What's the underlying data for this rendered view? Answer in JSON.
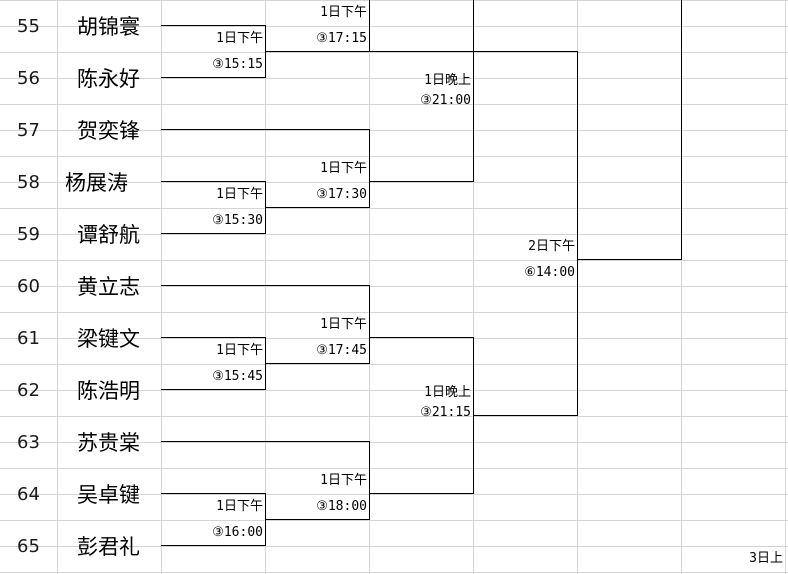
{
  "rows": [
    {
      "num": "55",
      "name": "胡锦寰"
    },
    {
      "num": "56",
      "name": "陈永好"
    },
    {
      "num": "57",
      "name": "贺奕锋"
    },
    {
      "num": "58",
      "name": "杨展涛"
    },
    {
      "num": "59",
      "name": "谭舒航"
    },
    {
      "num": "60",
      "name": "黄立志"
    },
    {
      "num": "61",
      "name": "梁键文"
    },
    {
      "num": "62",
      "name": "陈浩明"
    },
    {
      "num": "63",
      "name": "苏贵棠"
    },
    {
      "num": "64",
      "name": "吴卓键"
    },
    {
      "num": "65",
      "name": "彭君礼"
    }
  ],
  "matches": {
    "r1_a": {
      "day": "1日下午",
      "slot": "③15:15"
    },
    "r1_b": {
      "day": "1日下午",
      "slot": "③15:30"
    },
    "r1_c": {
      "day": "1日下午",
      "slot": "③15:45"
    },
    "r1_d": {
      "day": "1日下午",
      "slot": "③16:00"
    },
    "r2_a": {
      "day": "1日下午",
      "slot": "③17:15"
    },
    "r2_b": {
      "day": "1日下午",
      "slot": "③17:30"
    },
    "r2_c": {
      "day": "1日下午",
      "slot": "③17:45"
    },
    "r2_d": {
      "day": "1日下午",
      "slot": "③18:00"
    },
    "r3_a": {
      "day": "1日晚上",
      "slot": "③21:00"
    },
    "r3_b": {
      "day": "1日晚上",
      "slot": "③21:15"
    },
    "r4_a": {
      "day": "2日下午",
      "slot": "⑥14:00"
    },
    "r5_partial": {
      "day": "3日上"
    }
  }
}
